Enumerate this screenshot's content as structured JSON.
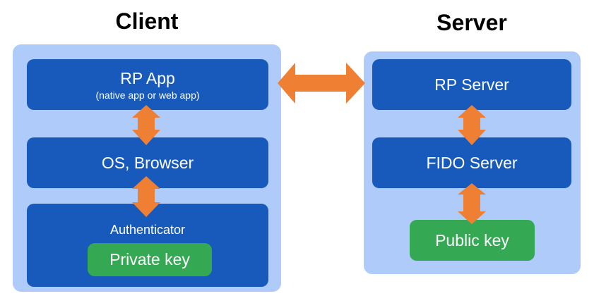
{
  "client": {
    "title": "Client",
    "rp_app": {
      "label": "RP App",
      "sublabel": "(native app or web app)"
    },
    "os_browser": {
      "label": "OS, Browser"
    },
    "authenticator": {
      "label": "Authenticator",
      "key": "Private key"
    }
  },
  "server": {
    "title": "Server",
    "rp_server": {
      "label": "RP Server"
    },
    "fido_server": {
      "label": "FIDO Server"
    },
    "key": "Public key"
  },
  "colors": {
    "panel": "#aecbfa",
    "box": "#185abc",
    "arrow": "#ee7f33",
    "key": "#34a853"
  }
}
